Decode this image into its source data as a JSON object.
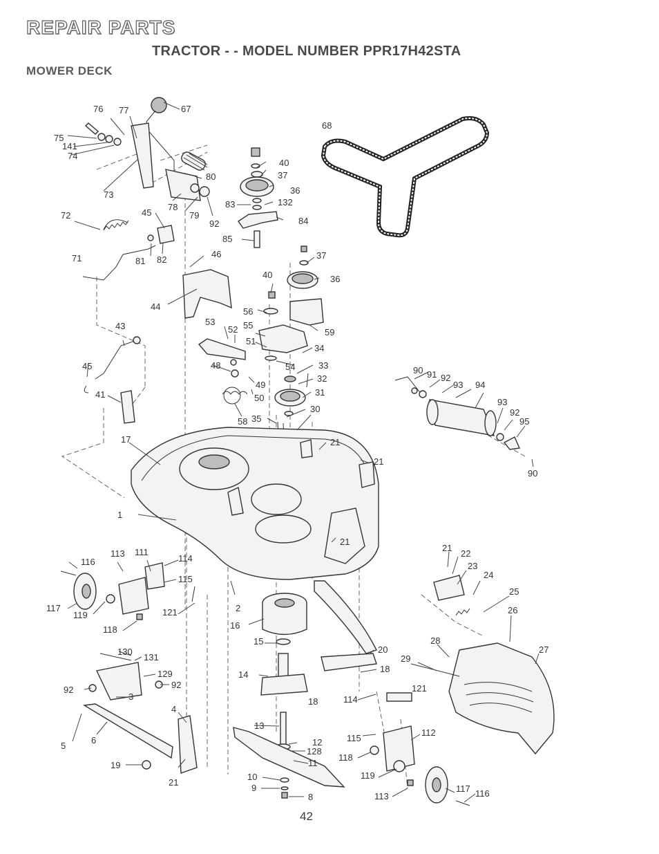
{
  "header": {
    "title": "REPAIR PARTS",
    "subtitle": "TRACTOR - - MODEL NUMBER PPR17H42STA",
    "section": "MOWER DECK"
  },
  "page_number": "42",
  "callouts": [
    "76",
    "77",
    "67",
    "75",
    "141",
    "74",
    "73",
    "80",
    "78",
    "79",
    "92",
    "68",
    "40",
    "37",
    "36",
    "83",
    "132",
    "84",
    "85",
    "72",
    "45",
    "81",
    "82",
    "71",
    "46",
    "44",
    "37",
    "40",
    "36",
    "56",
    "59",
    "53",
    "52",
    "55",
    "51",
    "34",
    "54",
    "33",
    "32",
    "48",
    "49",
    "50",
    "31",
    "58",
    "35",
    "30",
    "43",
    "45",
    "41",
    "17",
    "21",
    "21",
    "1",
    "2",
    "21",
    "90",
    "91",
    "92",
    "93",
    "94",
    "93",
    "92",
    "95",
    "90",
    "116",
    "113",
    "111",
    "114",
    "115",
    "117",
    "119",
    "121",
    "118",
    "2",
    "16",
    "15",
    "20",
    "14",
    "18",
    "18",
    "114",
    "121",
    "130",
    "131",
    "129",
    "92",
    "92",
    "3",
    "4",
    "5",
    "6",
    "19",
    "21",
    "13",
    "12",
    "128",
    "11",
    "10",
    "9",
    "8",
    "21",
    "22",
    "23",
    "24",
    "25",
    "26",
    "28",
    "29",
    "27",
    "115",
    "112",
    "118",
    "119",
    "117",
    "113",
    "116"
  ]
}
